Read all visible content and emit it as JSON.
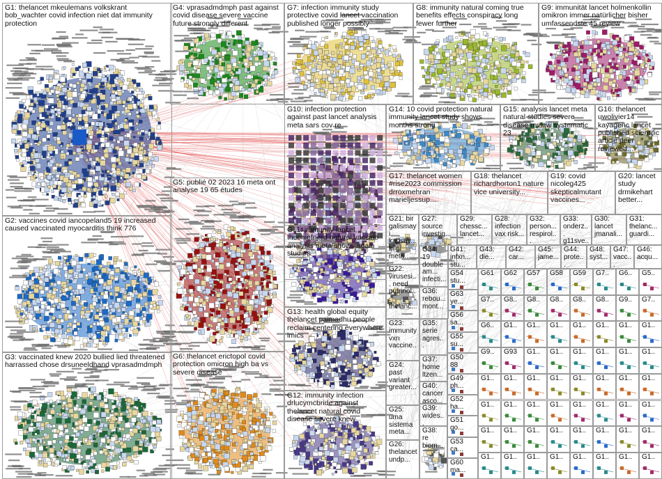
{
  "groups": [
    {
      "id": "G1",
      "label": "G1: thelancet mkeulemans volkskrant bob_wachter covid infection niet dat immunity protection",
      "color": "#1f3f8f"
    },
    {
      "id": "G4",
      "label": "G4: vprasadmdmph past against covid disease severe vaccine future strongly different",
      "color": "#1a8a1a"
    },
    {
      "id": "G7",
      "label": "G7: infection immunity study protective covid lancet vaccination published longer possibly",
      "color": "#e0c23a"
    },
    {
      "id": "G8",
      "label": "G8: immunity natural coming true benefits effects conspiracy long fewer further",
      "color": "#9ab82a"
    },
    {
      "id": "G9",
      "label": "G9: immunität lancet holmenkollin omikron immer natürlicher bisher umfassendste 45 review",
      "color": "#a01a6a"
    },
    {
      "id": "G10",
      "label": "G10: infection protection against past lancet analysis meta sars cov re",
      "color": "#5a2a5a"
    },
    {
      "id": "G14",
      "label": "G14: 10 covid protection natural immunity lancet study shows months strong",
      "color": "#3a8ac8"
    },
    {
      "id": "G15",
      "label": "G15: analysis lancet meta natural studies severe disease review systematic 23",
      "color": "#2a6a3a"
    },
    {
      "id": "G16",
      "label": "G16: thelancet uwolivier14 kayagenc lancet published scientific article peer reviewed...",
      "color": "#6a6a2a"
    },
    {
      "id": "G2",
      "label": "G2: vaccines covid iancopeland5 19 increased caused vaccinated myocarditis think 776",
      "color": "#1a6ac8"
    },
    {
      "id": "G5",
      "label": "G5: publié 02 2023 16 meta ont analyse 19 65 études",
      "color": "#9a1010"
    },
    {
      "id": "G17",
      "label": "G17: thelancet women #rise2023 commission drroxmehran marieljessup...",
      "color": "#8a4a2a"
    },
    {
      "id": "G18",
      "label": "G18: thelancet richardhorton1 nature vice university...",
      "color": "#4a4a4a"
    },
    {
      "id": "G19",
      "label": "G19: covid nicoleg425 skepticalmutant vaccines...",
      "color": "#6a8a2a"
    },
    {
      "id": "G20",
      "label": "G20: lancet study drmikehart better...",
      "color": "#3a3a8a"
    },
    {
      "id": "G11",
      "label": "G11: immunity lancet thechiefnerd natural vaccine analysis meta shows again studies",
      "color": "#3a1a9a"
    },
    {
      "id": "G21",
      "label": "G21: bir galismayi kapsay... bilgi meta...",
      "color": "#555555"
    },
    {
      "id": "G27",
      "label": "G27: source investig...",
      "color": "#555555"
    },
    {
      "id": "G29",
      "label": "G29: chessc... lancet...",
      "color": "#555555"
    },
    {
      "id": "G28",
      "label": "G28: infection vax risk...",
      "color": "#555555"
    },
    {
      "id": "G32",
      "label": "G32: person... respirol...",
      "color": "#555555"
    },
    {
      "id": "G33",
      "label": "G33: onderz... g11sve...",
      "color": "#555555"
    },
    {
      "id": "G30",
      "label": "G30: lancet jmanali...",
      "color": "#555555"
    },
    {
      "id": "G31",
      "label": "G31: thelanc... guardi...",
      "color": "#555555"
    },
    {
      "id": "G22",
      "label": "G22: virusesi... need putrinol... thelanc...",
      "color": "#555555"
    },
    {
      "id": "G34",
      "label": "G34: 19 double am... infecti...",
      "color": "#555555"
    },
    {
      "id": "G41",
      "label": "G41: infxn... stu...",
      "color": "#555555"
    },
    {
      "id": "G43",
      "label": "G43: die...",
      "color": "#555555"
    },
    {
      "id": "G42",
      "label": "G42: car...",
      "color": "#555555"
    },
    {
      "id": "G45",
      "label": "G45: jame...",
      "color": "#555555"
    },
    {
      "id": "G44",
      "label": "G44: prote...",
      "color": "#555555"
    },
    {
      "id": "G48",
      "label": "G48: syst...",
      "color": "#555555"
    },
    {
      "id": "G47",
      "label": "G47: vacc...",
      "color": "#555555"
    },
    {
      "id": "G46",
      "label": "G46: acqu...",
      "color": "#555555"
    },
    {
      "id": "G36",
      "label": "G36: rebou... mont...",
      "color": "#555555"
    },
    {
      "id": "G23",
      "label": "G23: immunity vxn vaccine...",
      "color": "#555555"
    },
    {
      "id": "G35",
      "label": "G35: serie agres...",
      "color": "#555555"
    },
    {
      "id": "G13",
      "label": "G13: health global equity thelancet paimadhu people reclaim centering everywhere lmics",
      "color": "#2a2a6a"
    },
    {
      "id": "G24",
      "label": "G24: past variant greater...",
      "color": "#555555"
    },
    {
      "id": "G37",
      "label": "G37: home ltzen...",
      "color": "#555555"
    },
    {
      "id": "G25",
      "label": "G25: uma sistema meta...",
      "color": "#555555"
    },
    {
      "id": "G40",
      "label": "G40: cancer asco...",
      "color": "#555555"
    },
    {
      "id": "G39",
      "label": "G39: wides... pneu...",
      "color": "#555555"
    },
    {
      "id": "G26",
      "label": "G26: thelancet undp...",
      "color": "#555555"
    },
    {
      "id": "G38",
      "label": "G38: re biom...",
      "color": "#555555"
    },
    {
      "id": "G3",
      "label": "G3: vaccinated knew 2020 bullied lied threatened harrassed chose drsuneeldhand vprasadmdmph",
      "color": "#1a6a3a"
    },
    {
      "id": "G6",
      "label": "G6: thelancet erictopol covid protection omicron high ba vs severe disease",
      "color": "#e08a1a"
    },
    {
      "id": "G12",
      "label": "G12: immunity infection drlucymcbride against thelancet natural covid disease severe knew",
      "color": "#4a3a8a"
    }
  ],
  "mini_labels": [
    [
      "G61",
      "G62",
      "G57",
      "G58",
      "G59",
      "G7..",
      "G6..",
      "G5.."
    ],
    [
      "G7..",
      "G8..",
      "G8..",
      "G8..",
      "G8..",
      "G8..",
      "G9..",
      "G7.."
    ],
    [
      "G6..",
      "G1..",
      "G1..",
      "G1..",
      "G1..",
      "G1..",
      "G1..",
      "G1.."
    ],
    [
      "G9..",
      "G93",
      "G1..",
      "G1..",
      "G1..",
      "G1..",
      "G1..",
      "G1.."
    ],
    [
      "G1..",
      "G1..",
      "G1..",
      "G1..",
      "G1..",
      "G1..",
      "G1..",
      "G1.."
    ],
    [
      "G1..",
      "G1..",
      "G1..",
      "G1..",
      "G1..",
      "G1..",
      "G1..",
      "G1.."
    ],
    [
      "G1..",
      "G1..",
      "G1..",
      "G1..",
      "G1..",
      "G1..",
      "G1..",
      "G1.."
    ],
    [
      "G1..",
      "G1..",
      "G1..",
      "G1..",
      "G1..",
      "G1..",
      "G1..",
      "G1.."
    ]
  ],
  "small_col": [
    "G54",
    "G63",
    "G56",
    "G55",
    "G50",
    "G49",
    "G52",
    "G51",
    "G53",
    "G60"
  ],
  "small_col2": [
    "G7..",
    "G8..",
    "G8..",
    "G8..",
    "G8..",
    "G8..",
    "G8..",
    "G8..",
    "G8..",
    "G8.."
  ],
  "small_col_labels": [
    "stu...",
    "ye...",
    "sa...",
    "su...",
    "88",
    "ph...",
    "ha...",
    "go...",
    "ca...",
    "ma..."
  ]
}
